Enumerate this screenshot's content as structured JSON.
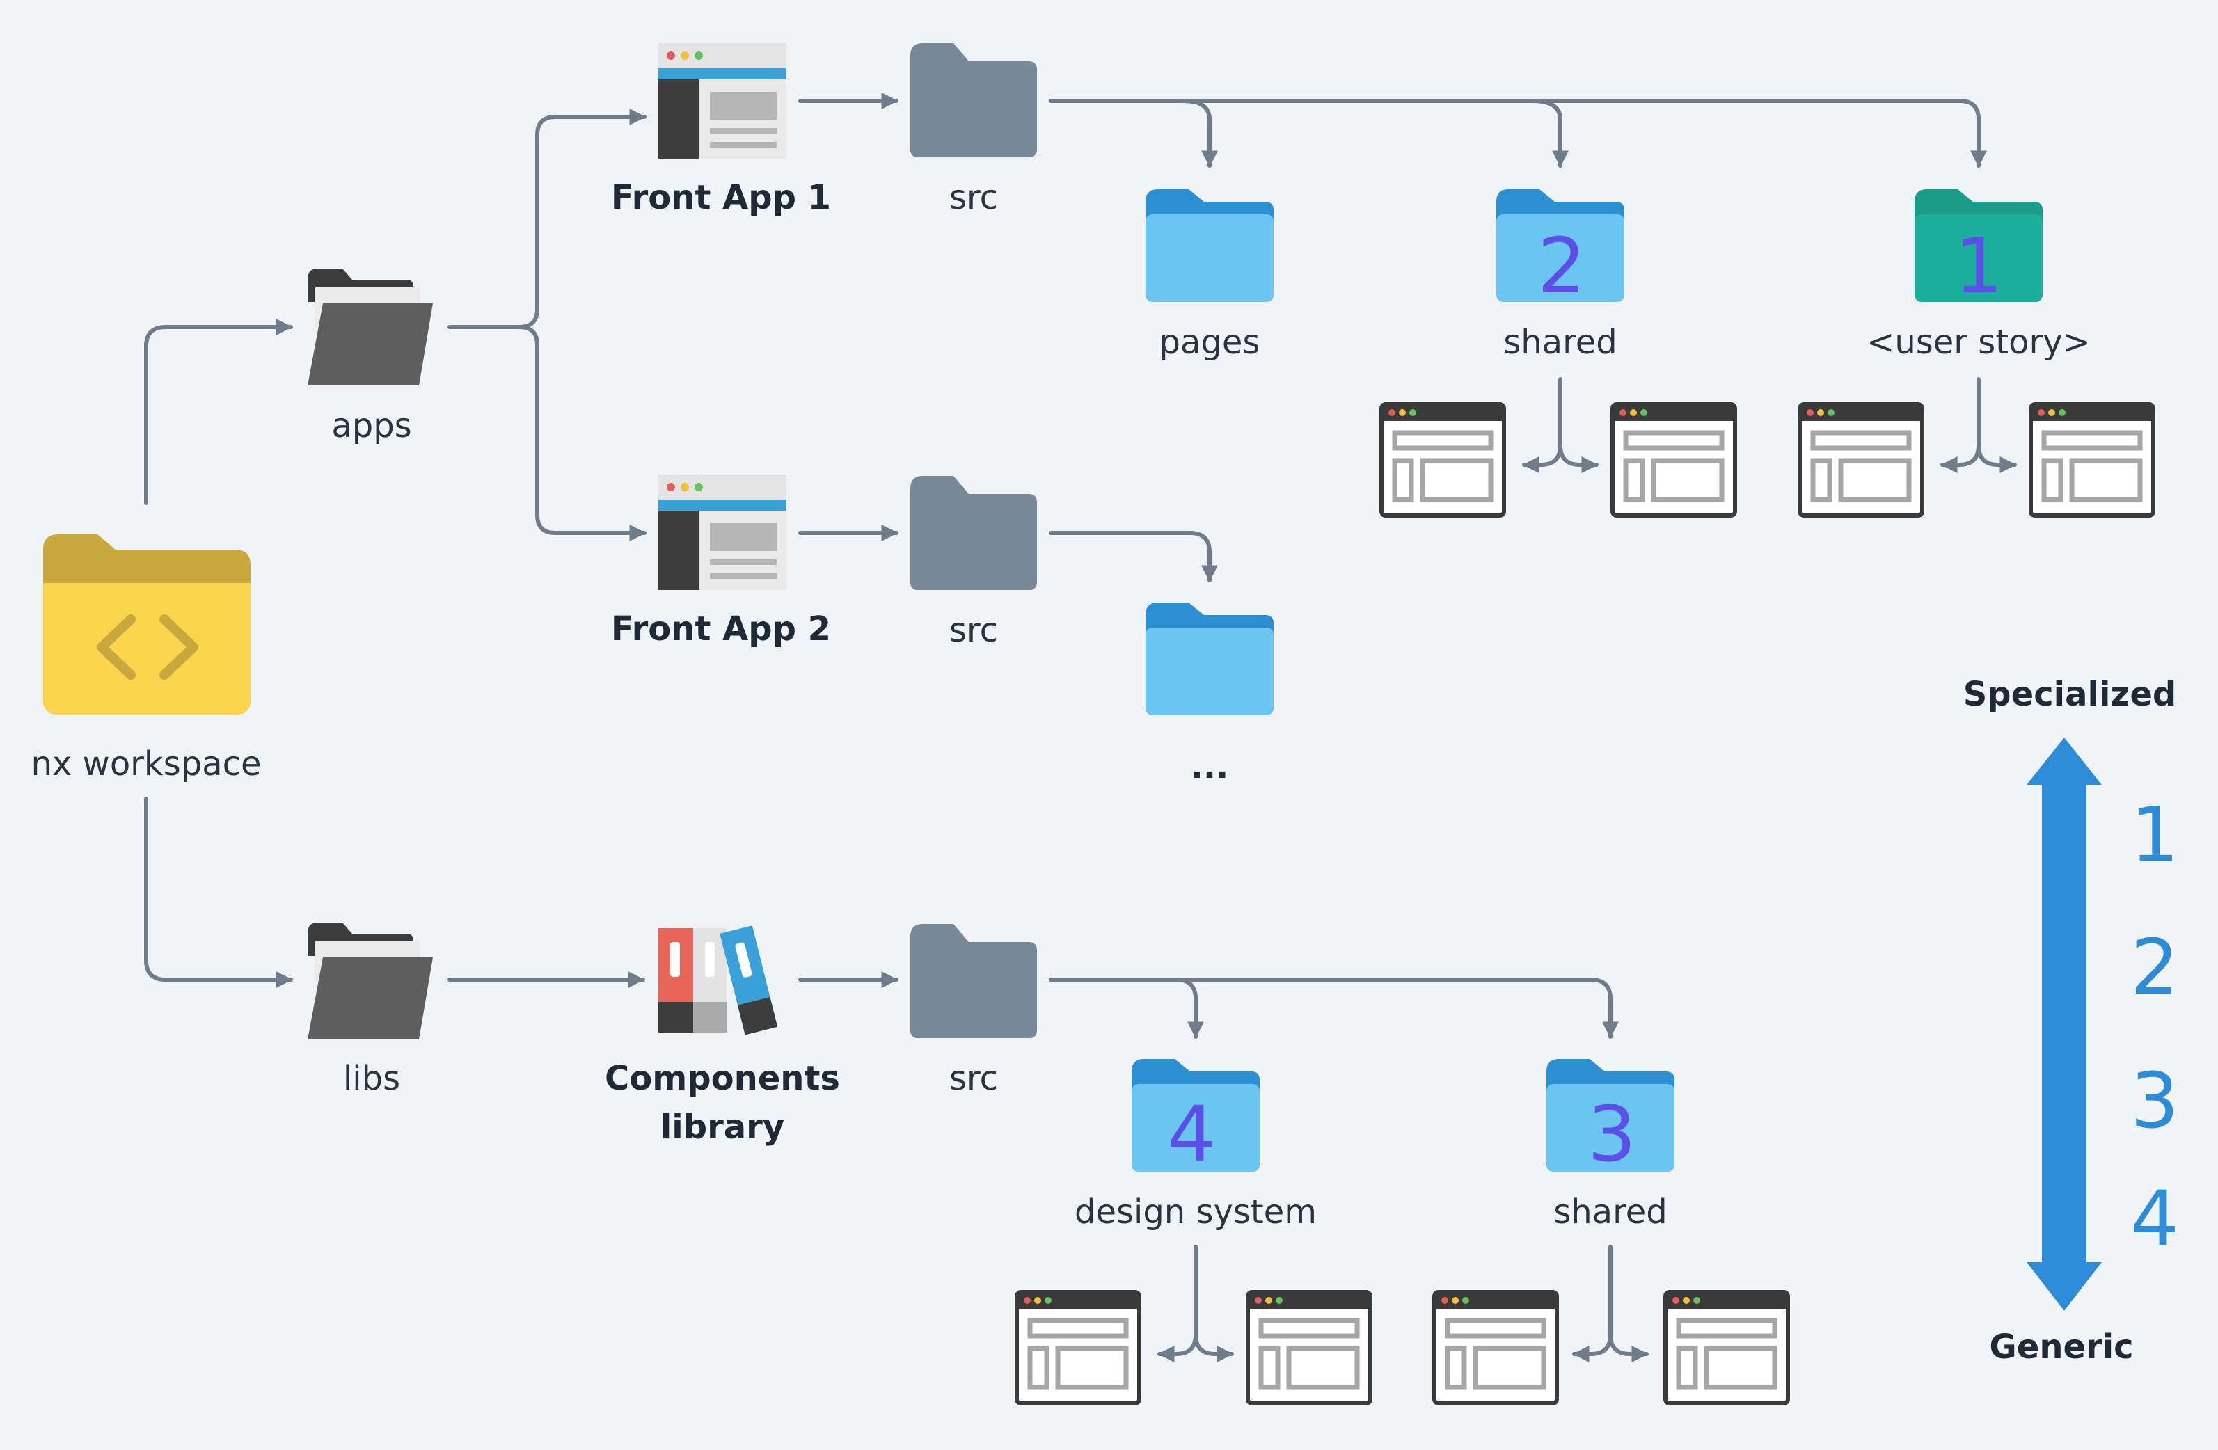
{
  "nodes": {
    "nx_workspace": "nx workspace",
    "apps": "apps",
    "libs": "libs",
    "front_app_1": "Front App 1",
    "front_app_2": "Front App 2",
    "src_app1": "src",
    "src_app2": "src",
    "src_lib": "src",
    "pages": "pages",
    "shared_app": "shared",
    "user_story": "<user story>",
    "ellipsis": "...",
    "components_library_line1": "Components",
    "components_library_line2": "library",
    "design_system": "design system",
    "shared_lib": "shared"
  },
  "folder_numbers": {
    "shared_app": "2",
    "user_story": "1",
    "design_system": "4",
    "shared_lib": "3"
  },
  "scale": {
    "top_label": "Specialized",
    "bottom_label": "Generic",
    "levels": [
      "1",
      "2",
      "3",
      "4"
    ]
  },
  "icons": {
    "workspace": "code-folder-icon",
    "apps": "open-folder-icon",
    "libs": "open-folder-icon",
    "front_app": "browser-app-icon",
    "src": "folder-icon",
    "components_library": "books-icon",
    "component": "browser-window-icon"
  },
  "colors": {
    "background": "#f0f4f7",
    "workspace_folder": "#fcd54e",
    "blue_folder": "#6cc4f3",
    "user_story_folder": "#1cae9c",
    "src_folder": "#798896",
    "scale_arrow": "#2e8bd8",
    "folder_number": "#5a50e8"
  }
}
